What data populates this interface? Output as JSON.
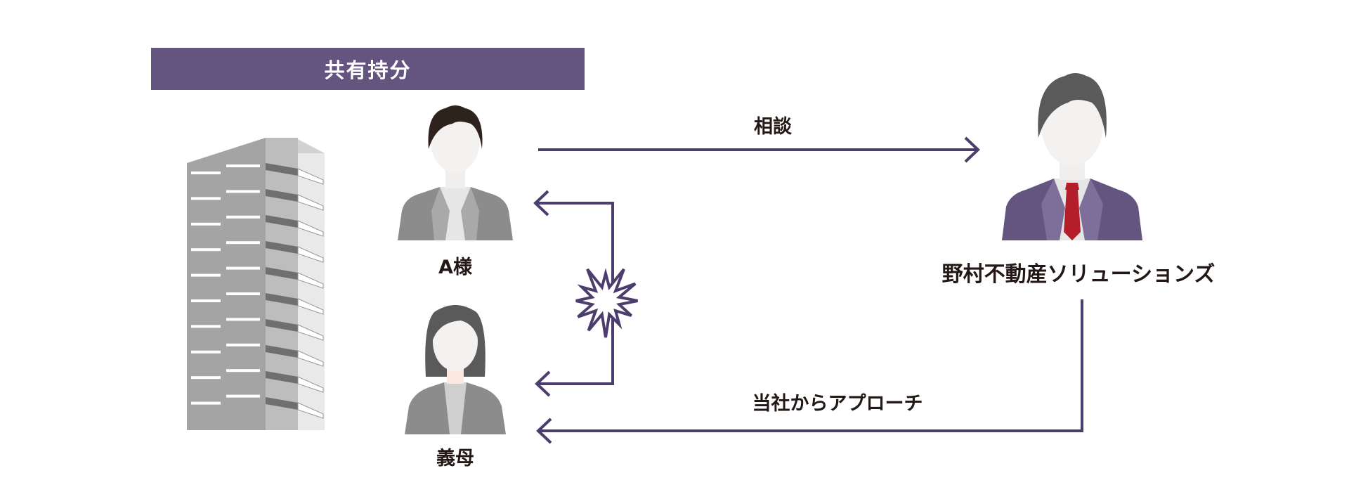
{
  "banner": {
    "label": "共有持分"
  },
  "people": {
    "a": {
      "label": "A様"
    },
    "mother_in_law": {
      "label": "義母"
    },
    "company": {
      "label": "野村不動産ソリューションズ"
    }
  },
  "arrows": {
    "consult": {
      "label": "相談"
    },
    "approach": {
      "label": "当社からアプローチ"
    }
  },
  "colors": {
    "accent": "#645580",
    "arrow": "#4b3d6c",
    "text": "#231815",
    "building_gray": "#a4a4a4",
    "suit_gray": "#8c8c8c",
    "company_suit": "#645580",
    "tie": "#b41e2a"
  },
  "icons": {
    "building": "building-icon",
    "conflict": "conflict-burst-icon"
  }
}
